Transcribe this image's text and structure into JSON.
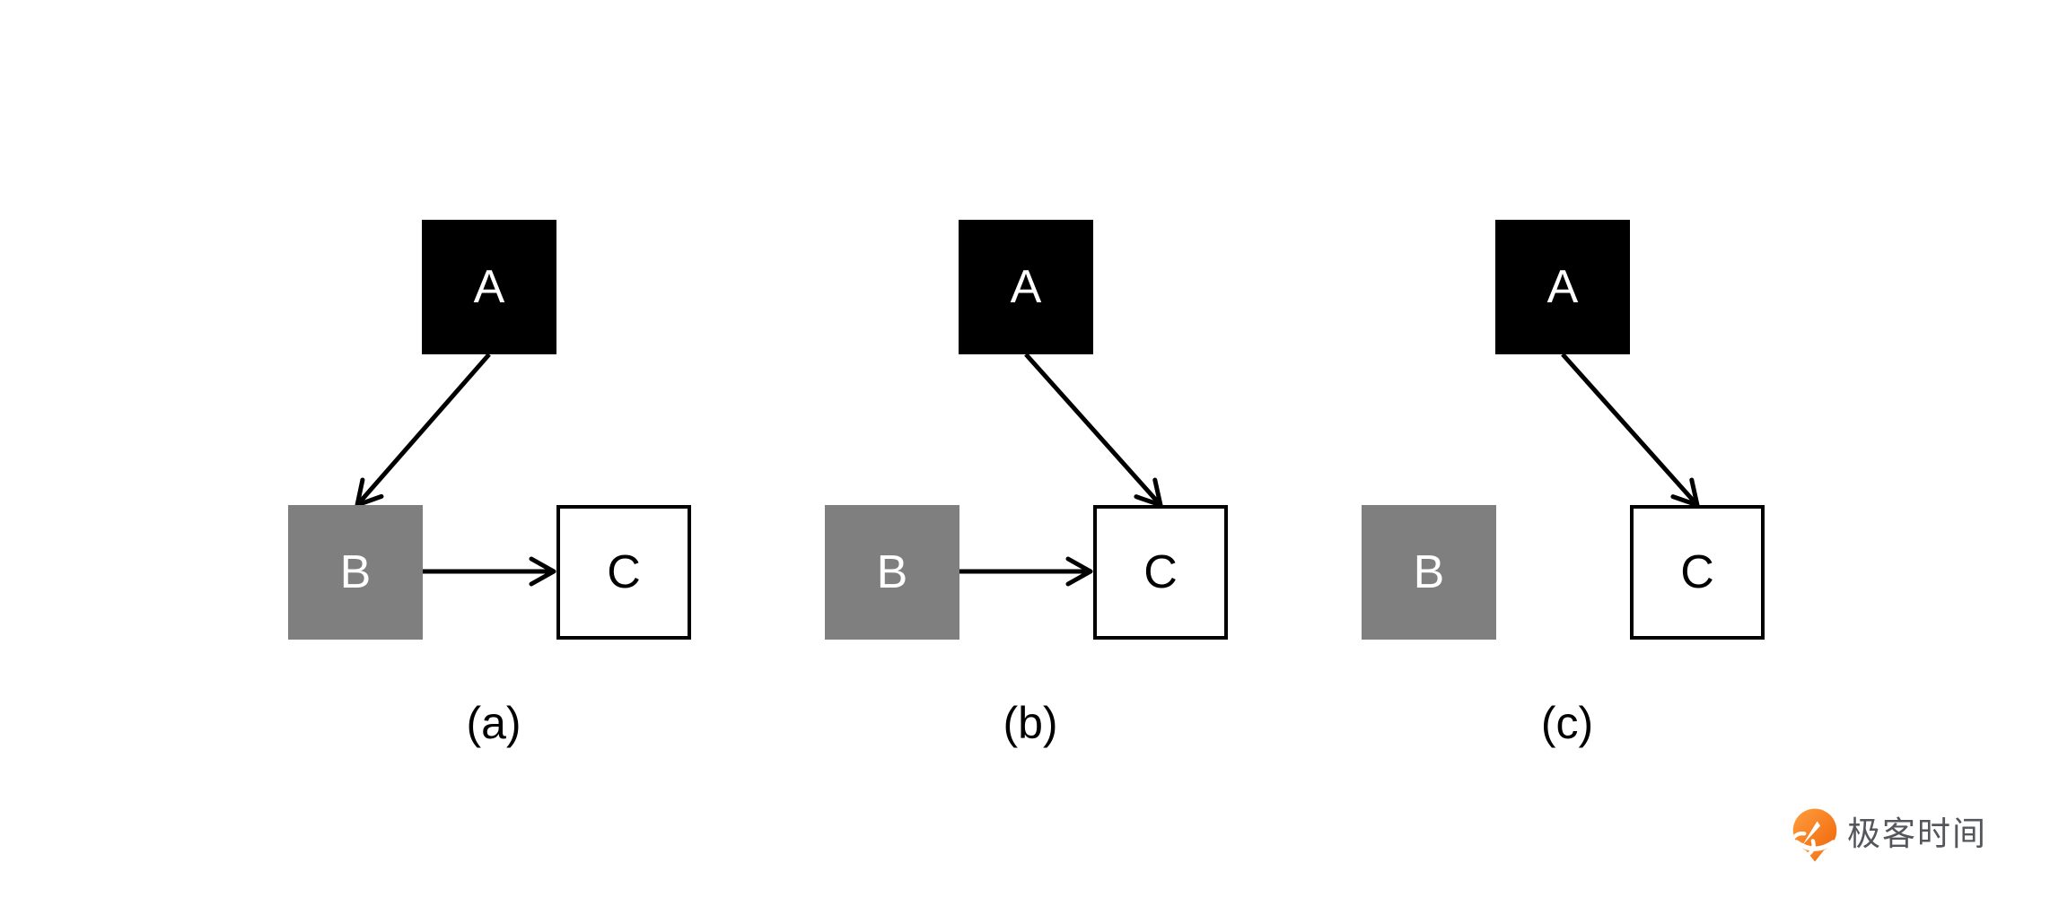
{
  "figure": {
    "background_color": "#ffffff",
    "arrow_color": "#000000",
    "diagrams": [
      {
        "label": "(a)",
        "nodes": {
          "A": {
            "label": "A",
            "fill": "#000000",
            "text_color": "#ffffff"
          },
          "B": {
            "label": "B",
            "fill": "#7f7f7f",
            "text_color": "#ffffff"
          },
          "C": {
            "label": "C",
            "fill": "#ffffff",
            "text_color": "#000000",
            "border_color": "#000000",
            "border_width": 4
          }
        },
        "edges": [
          {
            "from": "A",
            "to": "B"
          },
          {
            "from": "B",
            "to": "C"
          }
        ]
      },
      {
        "label": "(b)",
        "nodes": {
          "A": {
            "label": "A",
            "fill": "#000000",
            "text_color": "#ffffff"
          },
          "B": {
            "label": "B",
            "fill": "#7f7f7f",
            "text_color": "#ffffff"
          },
          "C": {
            "label": "C",
            "fill": "#ffffff",
            "text_color": "#000000",
            "border_color": "#000000",
            "border_width": 4
          }
        },
        "edges": [
          {
            "from": "A",
            "to": "C"
          },
          {
            "from": "B",
            "to": "C"
          }
        ]
      },
      {
        "label": "(c)",
        "nodes": {
          "A": {
            "label": "A",
            "fill": "#000000",
            "text_color": "#ffffff"
          },
          "B": {
            "label": "B",
            "fill": "#7f7f7f",
            "text_color": "#ffffff"
          },
          "C": {
            "label": "C",
            "fill": "#ffffff",
            "text_color": "#000000",
            "border_color": "#000000",
            "border_width": 4
          }
        },
        "edges": [
          {
            "from": "A",
            "to": "C"
          }
        ]
      }
    ]
  },
  "branding": {
    "logo_text": "极客时间",
    "logo_text_color": "#54565b",
    "logo_orange_light": "#ff9e3e",
    "logo_orange_dark": "#f0660c"
  }
}
